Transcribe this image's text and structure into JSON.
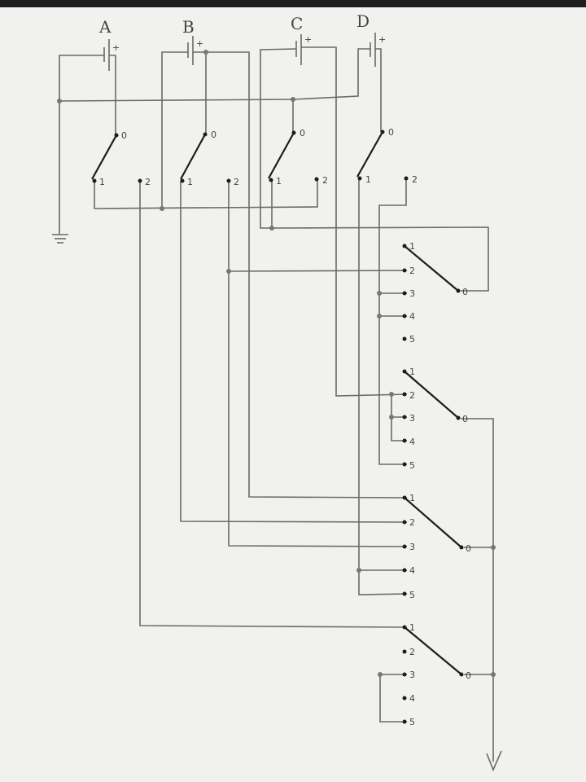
{
  "batteries": [
    {
      "label": "A",
      "polarity": "+"
    },
    {
      "label": "B",
      "polarity": "+"
    },
    {
      "label": "C",
      "polarity": "+"
    },
    {
      "label": "D",
      "polarity": "+"
    }
  ],
  "toggle_switch_pins": [
    "0",
    "1",
    "2"
  ],
  "rotary_switch_pins": [
    "1",
    "2",
    "3",
    "4",
    "5"
  ],
  "rotary_common_pin": "0"
}
